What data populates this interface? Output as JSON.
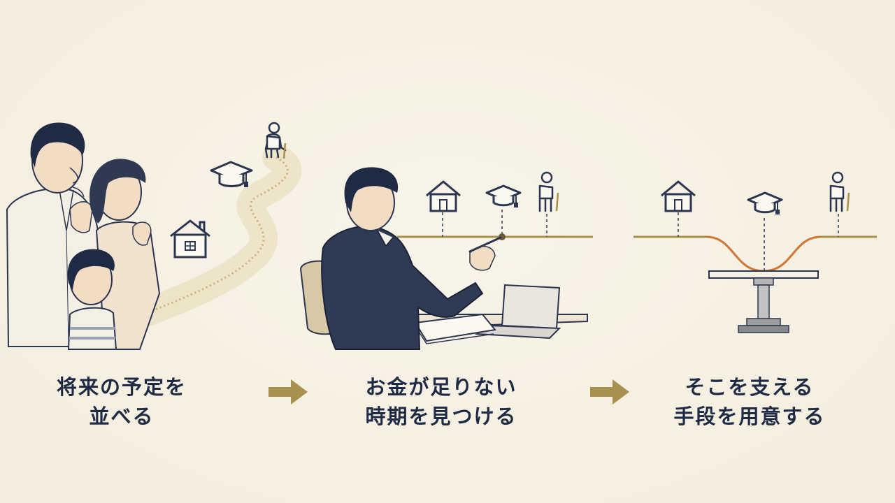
{
  "steps": [
    {
      "line1": "将来の予定を",
      "line2": "並べる"
    },
    {
      "line1": "お金が足りない",
      "line2": "時期を見つける"
    },
    {
      "line1": "そこを支える",
      "line2": "手段を用意する"
    }
  ],
  "icons": [
    "house-icon",
    "graduation-cap-icon",
    "elderly-person-icon"
  ],
  "colors": {
    "text": "#1f2a44",
    "arrow": "#a8904f",
    "timeline": "#a8904f",
    "dip_curve": "#d07a3a",
    "background": "#f6f1e3"
  }
}
